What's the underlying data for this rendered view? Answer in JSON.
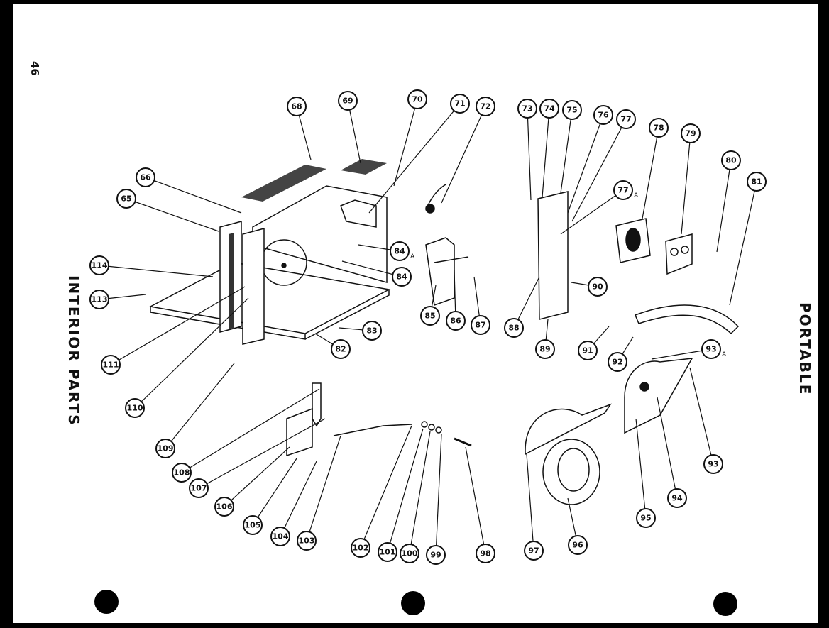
{
  "page": {
    "page_number": "46",
    "left_title": "INTERIOR PARTS",
    "right_title": "PORTABLE"
  },
  "callouts": [
    {
      "id": "68",
      "suffix": ""
    },
    {
      "id": "69",
      "suffix": ""
    },
    {
      "id": "70",
      "suffix": ""
    },
    {
      "id": "71",
      "suffix": ""
    },
    {
      "id": "72",
      "suffix": ""
    },
    {
      "id": "73",
      "suffix": ""
    },
    {
      "id": "74",
      "suffix": ""
    },
    {
      "id": "75",
      "suffix": ""
    },
    {
      "id": "76",
      "suffix": ""
    },
    {
      "id": "77",
      "suffix": ""
    },
    {
      "id": "78",
      "suffix": ""
    },
    {
      "id": "79",
      "suffix": ""
    },
    {
      "id": "80",
      "suffix": ""
    },
    {
      "id": "81",
      "suffix": ""
    },
    {
      "id": "66",
      "suffix": ""
    },
    {
      "id": "65",
      "suffix": ""
    },
    {
      "id": "77",
      "suffix": "A"
    },
    {
      "id": "114",
      "suffix": ""
    },
    {
      "id": "84",
      "suffix": "A"
    },
    {
      "id": "84",
      "suffix": ""
    },
    {
      "id": "113",
      "suffix": ""
    },
    {
      "id": "85",
      "suffix": ""
    },
    {
      "id": "86",
      "suffix": ""
    },
    {
      "id": "87",
      "suffix": ""
    },
    {
      "id": "88",
      "suffix": ""
    },
    {
      "id": "90",
      "suffix": ""
    },
    {
      "id": "83",
      "suffix": ""
    },
    {
      "id": "82",
      "suffix": ""
    },
    {
      "id": "89",
      "suffix": ""
    },
    {
      "id": "91",
      "suffix": ""
    },
    {
      "id": "92",
      "suffix": ""
    },
    {
      "id": "93",
      "suffix": "A"
    },
    {
      "id": "111",
      "suffix": ""
    },
    {
      "id": "110",
      "suffix": ""
    },
    {
      "id": "109",
      "suffix": ""
    },
    {
      "id": "108",
      "suffix": ""
    },
    {
      "id": "107",
      "suffix": ""
    },
    {
      "id": "106",
      "suffix": ""
    },
    {
      "id": "105",
      "suffix": ""
    },
    {
      "id": "104",
      "suffix": ""
    },
    {
      "id": "103",
      "suffix": ""
    },
    {
      "id": "102",
      "suffix": ""
    },
    {
      "id": "101",
      "suffix": ""
    },
    {
      "id": "100",
      "suffix": ""
    },
    {
      "id": "99",
      "suffix": ""
    },
    {
      "id": "98",
      "suffix": ""
    },
    {
      "id": "97",
      "suffix": ""
    },
    {
      "id": "96",
      "suffix": ""
    },
    {
      "id": "95",
      "suffix": ""
    },
    {
      "id": "94",
      "suffix": ""
    },
    {
      "id": "93",
      "suffix": ""
    }
  ]
}
